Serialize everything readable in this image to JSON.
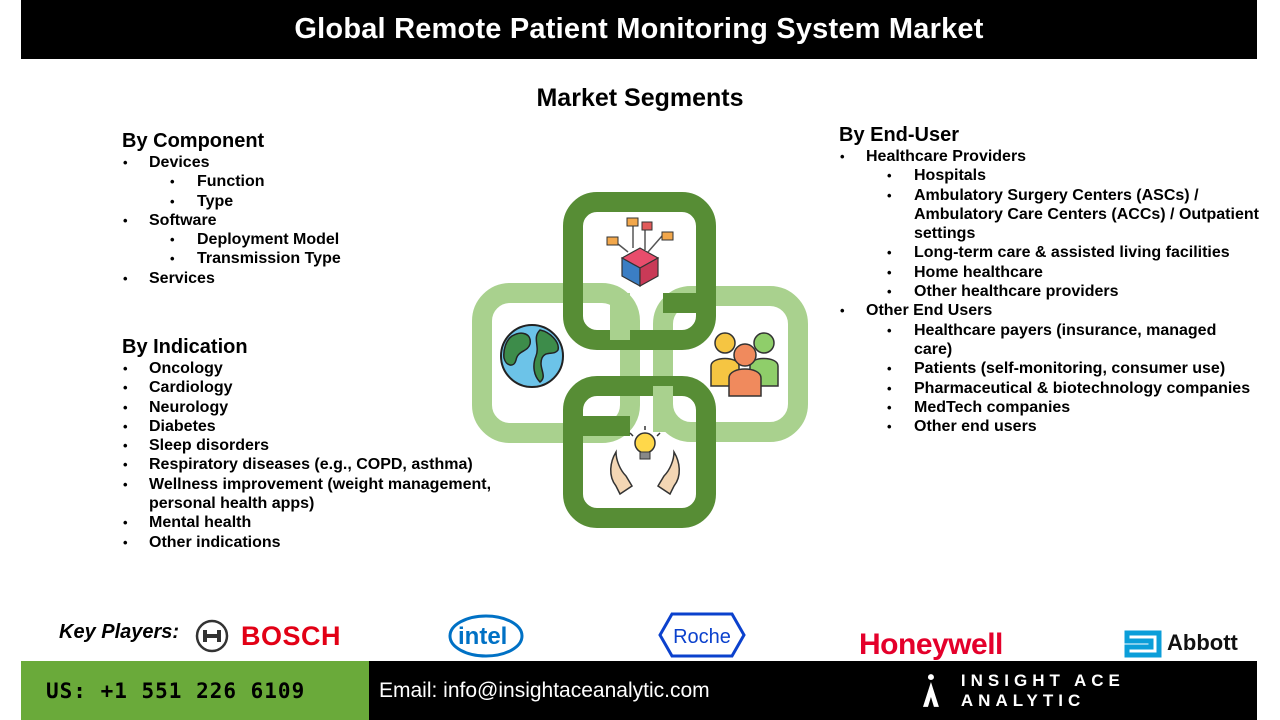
{
  "header": {
    "title": "Global Remote Patient Monitoring System Market"
  },
  "segments_title": "Market Segments",
  "component": {
    "heading": "By Component",
    "items": [
      {
        "label": "Devices",
        "level": 1
      },
      {
        "label": "Function",
        "level": 2
      },
      {
        "label": "Type",
        "level": 2
      },
      {
        "label": "Software",
        "level": 1
      },
      {
        "label": "Deployment Model",
        "level": 2
      },
      {
        "label": "Transmission Type",
        "level": 2
      },
      {
        "label": "Services",
        "level": 1
      }
    ]
  },
  "indication": {
    "heading": "By Indication",
    "items": [
      {
        "label": "Oncology",
        "level": 1
      },
      {
        "label": "Cardiology",
        "level": 1
      },
      {
        "label": "Neurology",
        "level": 1
      },
      {
        "label": "Diabetes",
        "level": 1
      },
      {
        "label": "Sleep disorders",
        "level": 1
      },
      {
        "label": "Respiratory diseases (e.g., COPD, asthma)",
        "level": 1
      },
      {
        "label": "Wellness improvement (weight management, personal health apps)",
        "level": 1
      },
      {
        "label": "Mental health",
        "level": 1
      },
      {
        "label": "Other indications",
        "level": 1
      }
    ]
  },
  "enduser": {
    "heading": "By End-User",
    "items": [
      {
        "label": "Healthcare Providers",
        "level": 1
      },
      {
        "label": "Hospitals",
        "level": 2
      },
      {
        "label": "Ambulatory Surgery Centers (ASCs) / Ambulatory Care Centers (ACCs) / Outpatient settings",
        "level": 2
      },
      {
        "label": "Long-term care & assisted living facilities",
        "level": 2
      },
      {
        "label": "Home healthcare",
        "level": 2
      },
      {
        "label": "Other healthcare providers",
        "level": 2
      },
      {
        "label": "Other End Users",
        "level": 1
      },
      {
        "label": "Healthcare payers (insurance, managed care)",
        "level": 2
      },
      {
        "label": "Patients (self-monitoring, consumer use)",
        "level": 2
      },
      {
        "label": "Pharmaceutical & biotechnology companies",
        "level": 2
      },
      {
        "label": "MedTech companies",
        "level": 2
      },
      {
        "label": "Other end users",
        "level": 2
      }
    ]
  },
  "key_players": {
    "label": "Key Players:",
    "logos": [
      "BOSCH",
      "intel",
      "Roche",
      "Honeywell",
      "Abbott"
    ]
  },
  "footer": {
    "phone": "US: +1 551 226 6109",
    "email": "Email: info@insightaceanalytic.com",
    "brand": "INSIGHT ACE ANALYTIC",
    "brand_mark": "A"
  },
  "colors": {
    "dark_green": "#578d35",
    "light_green": "#a9d18e",
    "phone_green": "#6aaa3a"
  },
  "icons": [
    "blockchain-icon",
    "globe-icon",
    "people-group-icon",
    "lightbulb-hands-icon"
  ]
}
